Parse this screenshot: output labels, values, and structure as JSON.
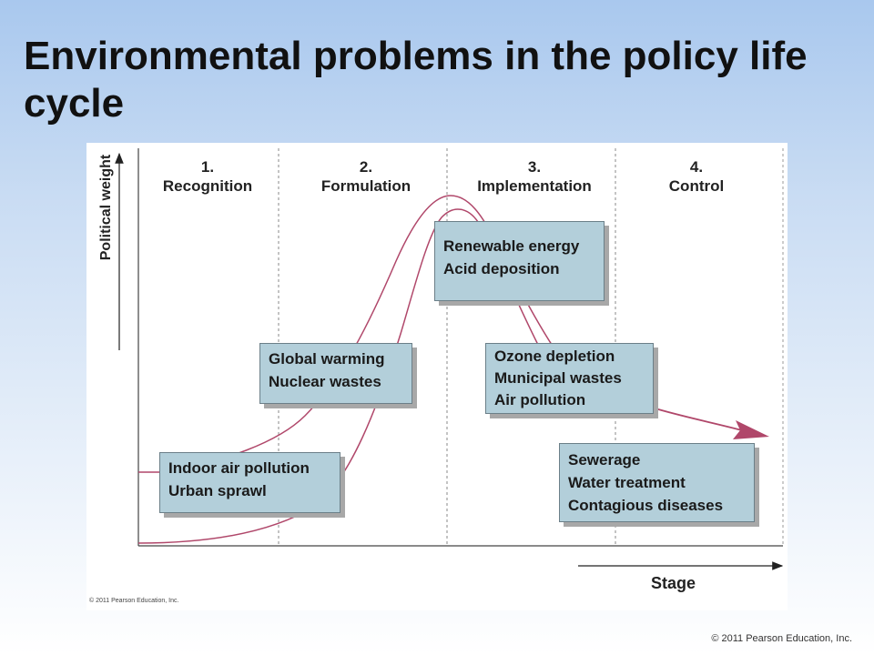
{
  "title": "Environmental problems in the policy life cycle",
  "y_axis_label": "Political weight",
  "x_axis_label": "Stage",
  "stages": [
    {
      "number": "1.",
      "name": "Recognition"
    },
    {
      "number": "2.",
      "name": "Formulation"
    },
    {
      "number": "3.",
      "name": "Implementation"
    },
    {
      "number": "4.",
      "name": "Control"
    }
  ],
  "boxes": {
    "recognition": [
      "Indoor air pollution",
      "Urban sprawl"
    ],
    "formulation": [
      "Global warming",
      "Nuclear wastes"
    ],
    "implementation_peak": [
      "Renewable energy",
      "Acid deposition"
    ],
    "implementation_decline": [
      "Ozone depletion",
      "Municipal wastes",
      "Air pollution"
    ],
    "control": [
      "Sewerage",
      "Water treatment",
      "Contagious diseases"
    ]
  },
  "figure_credit": "© 2011 Pearson Education, Inc.",
  "slide_credit": "© 2011 Pearson Education, Inc.",
  "colors": {
    "curve": "#b0476a",
    "box_fill": "#b3cfda",
    "divider": "#888888"
  }
}
